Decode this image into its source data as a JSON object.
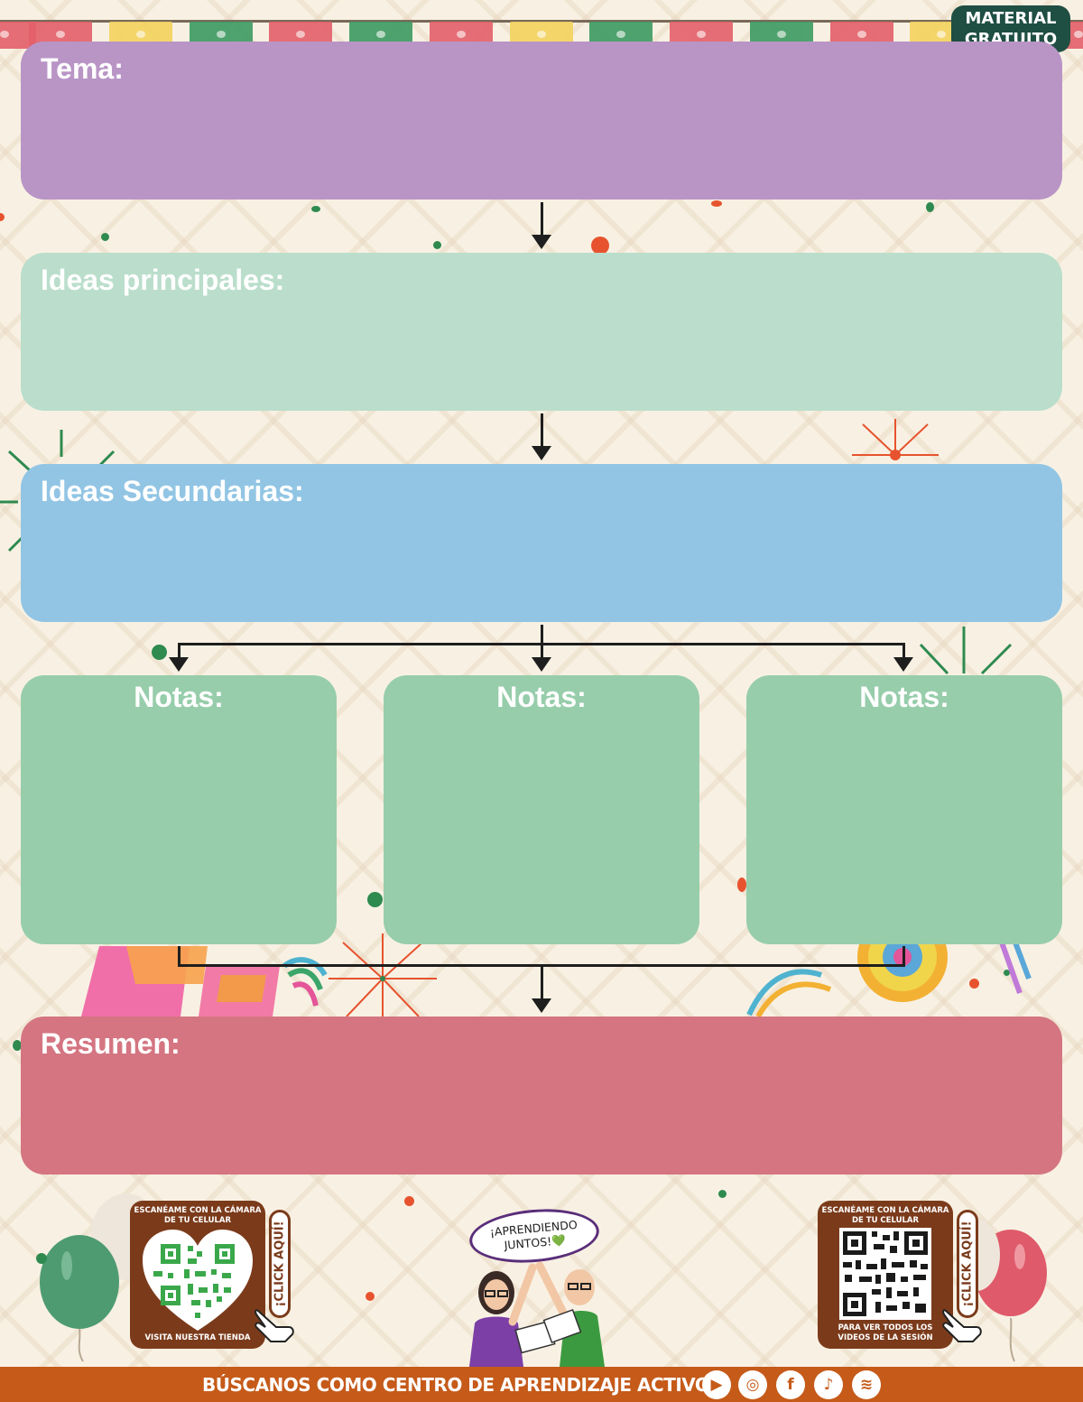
{
  "badge": {
    "line1": "MATERIAL",
    "line2": "GRATUITO"
  },
  "tema": {
    "title": "Tema:"
  },
  "ideas_principales": {
    "title": "Ideas principales:"
  },
  "ideas_secundarias": {
    "title": "Ideas Secundarias:"
  },
  "notas": [
    {
      "title": "Notas:"
    },
    {
      "title": "Notas:"
    },
    {
      "title": "Notas:"
    }
  ],
  "resumen": {
    "title": "Resumen:"
  },
  "qr_store": {
    "top_text": "ESCANÉAME CON LA CÁMARA DE TU CELULAR",
    "bottom_text": "VISITA NUESTRA TIENDA",
    "click_label": "¡CLICK AQUÍ!"
  },
  "qr_videos": {
    "top_text": "ESCANÉAME CON LA CÁMARA DE TU CELULAR",
    "bottom_text": "PARA VER TODOS LOS VIDEOS DE LA SESIÓN",
    "click_label": "¡CLICK AQUÍ!"
  },
  "speech_bubble": {
    "text": "¡APRENDIENDO JUNTOS!💚"
  },
  "footer": {
    "text": "BÚSCANOS COMO CENTRO DE APRENDIZAJE ACTIVO",
    "social_icons": [
      "youtube-icon",
      "instagram-icon",
      "facebook-icon",
      "tiktok-icon",
      "spotify-icon"
    ]
  },
  "colors": {
    "tema": "#b995c6",
    "ideas_principales": "#badecb",
    "ideas_secundarias": "#92c5e4",
    "notas": "#97cdab",
    "resumen": "#d47581",
    "footer": "#c55a19",
    "badge": "#1f4e43"
  }
}
